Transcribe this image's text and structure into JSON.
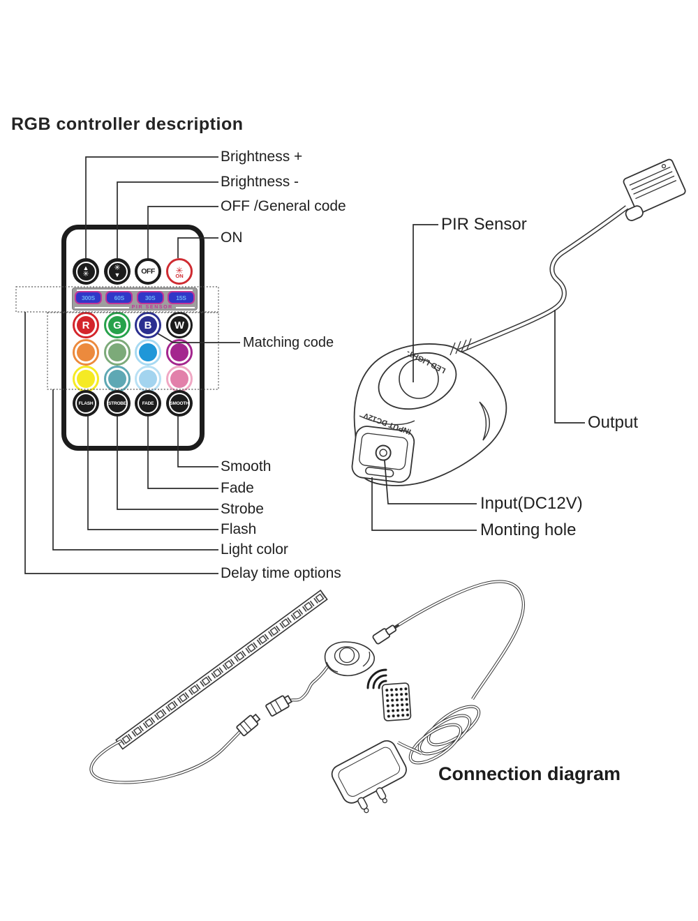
{
  "title": "RGB controller description",
  "callouts": {
    "brightness_plus": "Brightness +",
    "brightness_minus": "Brightness -",
    "off_general": "OFF /General code",
    "on": "ON",
    "matching": "Matching code",
    "smooth": "Smooth",
    "fade": "Fade",
    "strobe": "Strobe",
    "flash": "Flash",
    "light_color": "Light color",
    "delay": "Delay time options",
    "pir": "PIR Sensor",
    "output": "Output",
    "input": "Input(DC12V)",
    "mount": "Monting hole"
  },
  "remote": {
    "up_arrow": "▲",
    "down_arrow": "▼",
    "star": "✳",
    "off_label": "OFF",
    "on_label": "ON",
    "timers": [
      "300S",
      "60S",
      "30S",
      "15S"
    ],
    "pir_strip": "PIR SENSOR",
    "letters": [
      "R",
      "G",
      "B",
      "W"
    ],
    "letter_colors": [
      "#d4252b",
      "#27a24b",
      "#2b2f90",
      "#1c1c1c"
    ],
    "grid_colors": [
      {
        "ring": "#ec8a3d",
        "fill": "#ec8a3d"
      },
      {
        "ring": "#7caa79",
        "fill": "#7caa79"
      },
      {
        "ring": "#a6d9f2",
        "fill": "#1f97d8"
      },
      {
        "ring": "#a4268e",
        "fill": "#a4268e"
      },
      {
        "ring": "#f5ea24",
        "fill": "#f5ea24"
      },
      {
        "ring": "#5ea8b4",
        "fill": "#5ea8b4"
      },
      {
        "ring": "#b8e0f4",
        "fill": "#a3d4ef"
      },
      {
        "ring": "#f0a8c4",
        "fill": "#e280aa"
      }
    ],
    "modes": [
      "FLASH",
      "STROBE",
      "FADE",
      "SMOOTH"
    ],
    "pill_colors": {
      "border": "#c23597",
      "bg": "#3136c8",
      "text": "#6db3f5"
    }
  },
  "device": {
    "top_text": "LED LIGHT-",
    "input_text": "INPUT DC12V"
  },
  "connection": {
    "caption": "Connection diagram"
  }
}
